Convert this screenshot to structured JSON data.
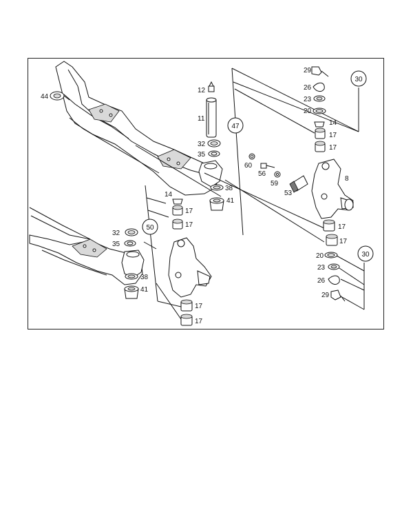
{
  "callouts": [
    "47",
    "50",
    "30",
    "30"
  ],
  "labels": [
    "44",
    "12",
    "11",
    "32",
    "35",
    "60",
    "56",
    "59",
    "53",
    "8",
    "38",
    "41",
    "14",
    "17",
    "17",
    "17",
    "17",
    "29",
    "26",
    "23",
    "20",
    "14",
    "17",
    "17",
    "32",
    "35",
    "38",
    "41",
    "17",
    "17",
    "20",
    "23",
    "26",
    "29"
  ]
}
